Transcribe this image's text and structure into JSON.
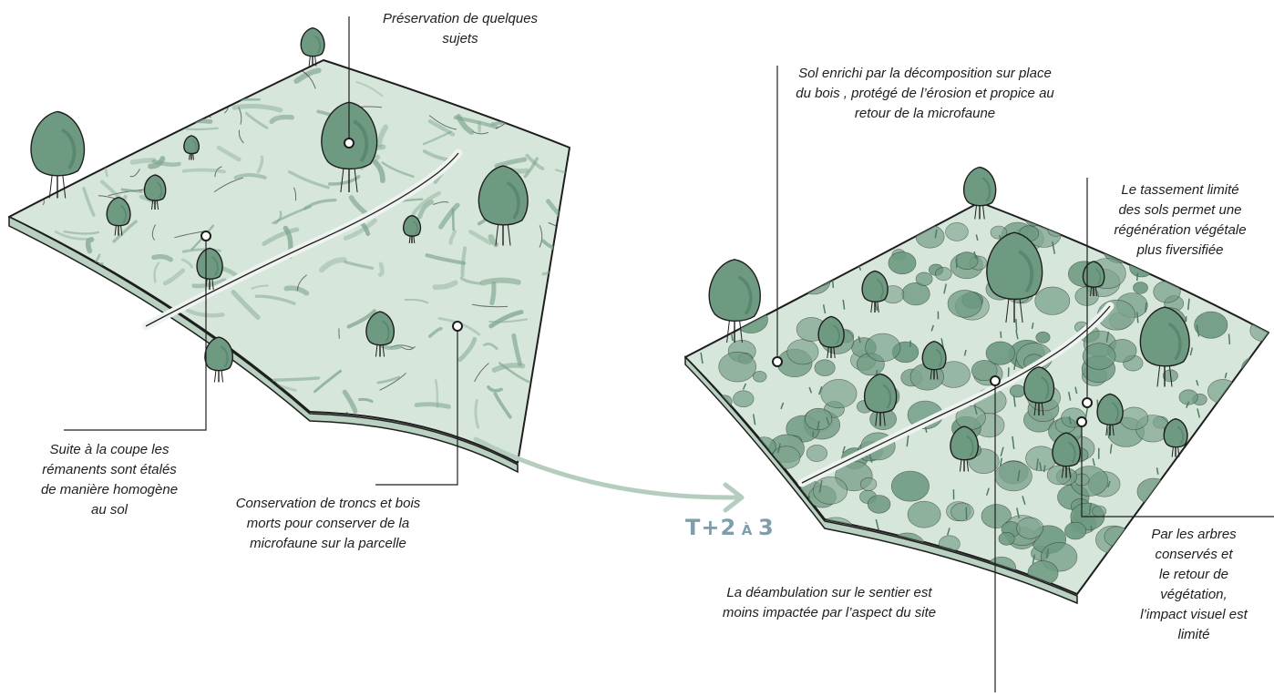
{
  "colors": {
    "ground": "#d6e6da",
    "ground_dark": "#b9d1c0",
    "brush": "#7ea48e",
    "tree_fill": "#6e9a82",
    "tree_dark": "#4f7a64",
    "outline": "#1e1e1e",
    "path": "#eef3ef",
    "arrow": "#b5cdbf",
    "time_label": "#7f9ea9"
  },
  "time_label": {
    "big": "T+2",
    "small": "À",
    "big2": "3"
  },
  "annotations": [
    {
      "id": "preservation",
      "text": "Préservation de quelques\nsujets"
    },
    {
      "id": "remanents",
      "text": "Suite à la coupe les\nrémanents sont étalés\nde manière homogène\nau sol"
    },
    {
      "id": "troncs",
      "text": "Conservation de troncs et bois\nmorts pour  conserver de la\nmicrofaune sur la parcelle"
    },
    {
      "id": "sol",
      "text": "Sol enrichi par la décomposition sur place\ndu bois , protégé de l’érosion et propice au\nretour de la microfaune"
    },
    {
      "id": "tassement",
      "text": "Le tassement limité\ndes sols permet une\nrégénération végétale\nplus fiversifiée"
    },
    {
      "id": "deambulation",
      "text": "La déambulation sur le sentier est\nmoins impactée par l’aspect du site"
    },
    {
      "id": "arbres",
      "text": "Par les arbres\nconservés et\nle retour de\nvégétation,\nl’impact visuel est\nlimité"
    }
  ]
}
